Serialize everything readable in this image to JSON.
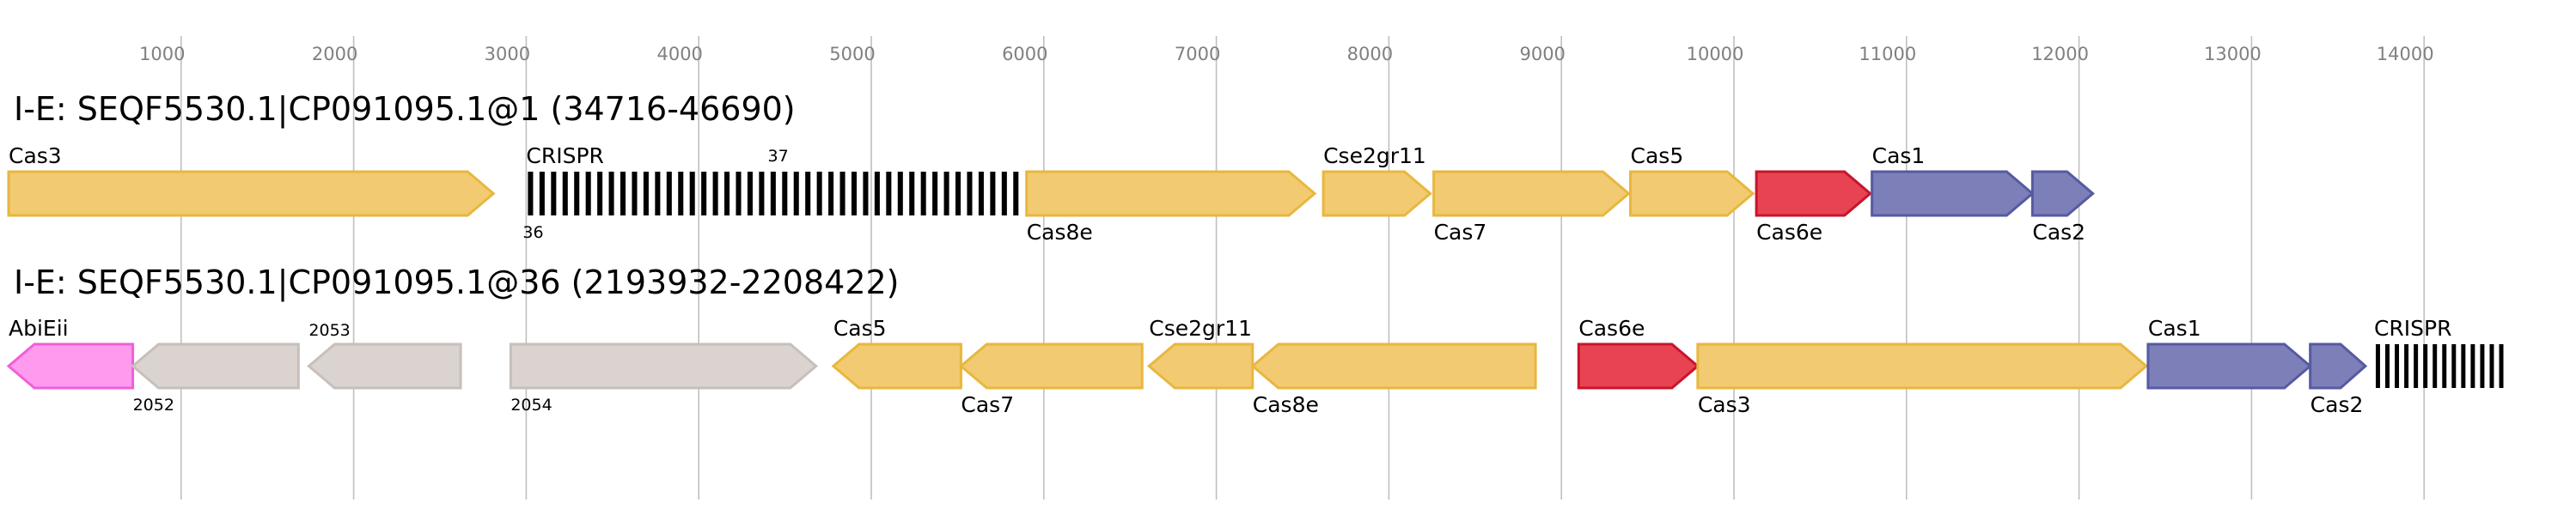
{
  "colors": {
    "cas_core": "#f2ca71",
    "cas_core_stroke": "#e8b73e",
    "cas6e": "#e84352",
    "cas6e_stroke": "#c8142b",
    "adaptation": "#7d7fb8",
    "adaptation_stroke": "#565aa2",
    "abi": "#ff9aee",
    "abi_stroke": "#ef60d8",
    "other": "#dbd3cf",
    "other_stroke": "#c7bfba",
    "crispr": "#000000",
    "grid": "#c0c0c0"
  },
  "axis": {
    "ticks": [
      {
        "value": 1000,
        "label": "1000"
      },
      {
        "value": 2000,
        "label": "2000"
      },
      {
        "value": 3000,
        "label": "3000"
      },
      {
        "value": 4000,
        "label": "4000"
      },
      {
        "value": 5000,
        "label": "5000"
      },
      {
        "value": 6000,
        "label": "6000"
      },
      {
        "value": 7000,
        "label": "7000"
      },
      {
        "value": 8000,
        "label": "8000"
      },
      {
        "value": 9000,
        "label": "9000"
      },
      {
        "value": 10000,
        "label": "10000"
      },
      {
        "value": 11000,
        "label": "11000"
      },
      {
        "value": 12000,
        "label": "12000"
      },
      {
        "value": 13000,
        "label": "13000"
      },
      {
        "value": 14000,
        "label": "14000"
      }
    ]
  },
  "tracks": [
    {
      "title": "I-E: SEQF5530.1|CP091095.1@1 (34716-46690)",
      "features": [
        {
          "kind": "gene",
          "label": "Cas3",
          "label_pos": "above",
          "start": 0,
          "end": 2810,
          "strand": 1,
          "cls": "cas_core"
        },
        {
          "kind": "crispr",
          "label": "CRISPR",
          "label_pos": "above",
          "start": 3000,
          "end": 5880,
          "repeats": 43,
          "small_above": "37",
          "small_above_at": 4400,
          "small_below": "36",
          "small_below_at": 3000
        },
        {
          "kind": "gene",
          "label": "Cas8e",
          "label_pos": "below",
          "start": 5900,
          "end": 7570,
          "strand": 1,
          "cls": "cas_core"
        },
        {
          "kind": "gene",
          "label": "Cse2gr11",
          "label_pos": "above",
          "start": 7620,
          "end": 8240,
          "strand": 1,
          "cls": "cas_core"
        },
        {
          "kind": "gene",
          "label": "Cas7",
          "label_pos": "below",
          "start": 8260,
          "end": 9390,
          "strand": 1,
          "cls": "cas_core"
        },
        {
          "kind": "gene",
          "label": "Cas5",
          "label_pos": "above",
          "start": 9400,
          "end": 10110,
          "strand": 1,
          "cls": "cas_core"
        },
        {
          "kind": "gene",
          "label": "Cas6e",
          "label_pos": "below",
          "start": 10130,
          "end": 10790,
          "strand": 1,
          "cls": "cas6e"
        },
        {
          "kind": "gene",
          "label": "Cas1",
          "label_pos": "above",
          "start": 10800,
          "end": 11730,
          "strand": 1,
          "cls": "adaptation"
        },
        {
          "kind": "gene",
          "label": "Cas2",
          "label_pos": "below",
          "start": 11730,
          "end": 12080,
          "strand": 1,
          "cls": "adaptation"
        }
      ]
    },
    {
      "title": "I-E: SEQF5530.1|CP091095.1@36 (2193932-2208422)",
      "features": [
        {
          "kind": "gene",
          "label": "AbiEii",
          "label_pos": "above",
          "start": 0,
          "end": 720,
          "strand": -1,
          "cls": "abi"
        },
        {
          "kind": "gene",
          "label": "2052",
          "label_pos": "below_small",
          "start": 720,
          "end": 1680,
          "strand": -1,
          "cls": "other"
        },
        {
          "kind": "gene",
          "label": "2053",
          "label_pos": "above_small",
          "start": 1740,
          "end": 2620,
          "strand": -1,
          "cls": "other"
        },
        {
          "kind": "gene",
          "label": "2054",
          "label_pos": "below_small",
          "start": 2910,
          "end": 4680,
          "strand": 1,
          "cls": "other"
        },
        {
          "kind": "gene",
          "label": "Cas5",
          "label_pos": "above",
          "start": 4780,
          "end": 5520,
          "strand": -1,
          "cls": "cas_core"
        },
        {
          "kind": "gene",
          "label": "Cas7",
          "label_pos": "below",
          "start": 5520,
          "end": 6570,
          "strand": -1,
          "cls": "cas_core"
        },
        {
          "kind": "gene",
          "label": "Cse2gr11",
          "label_pos": "above",
          "start": 6610,
          "end": 7210,
          "strand": -1,
          "cls": "cas_core"
        },
        {
          "kind": "gene",
          "label": "Cas8e",
          "label_pos": "below",
          "start": 7210,
          "end": 8850,
          "strand": -1,
          "cls": "cas_core"
        },
        {
          "kind": "gene",
          "label": "Cas6e",
          "label_pos": "above",
          "start": 9100,
          "end": 9790,
          "strand": 1,
          "cls": "cas6e"
        },
        {
          "kind": "gene",
          "label": "Cas3",
          "label_pos": "below",
          "start": 9790,
          "end": 12390,
          "strand": 1,
          "cls": "cas_core"
        },
        {
          "kind": "gene",
          "label": "Cas1",
          "label_pos": "above",
          "start": 12400,
          "end": 13340,
          "strand": 1,
          "cls": "adaptation"
        },
        {
          "kind": "gene",
          "label": "Cas2",
          "label_pos": "below",
          "start": 13340,
          "end": 13660,
          "strand": 1,
          "cls": "adaptation"
        },
        {
          "kind": "crispr",
          "label": "CRISPR",
          "label_pos": "above",
          "start": 13710,
          "end": 14480,
          "repeats": 14
        }
      ]
    }
  ]
}
